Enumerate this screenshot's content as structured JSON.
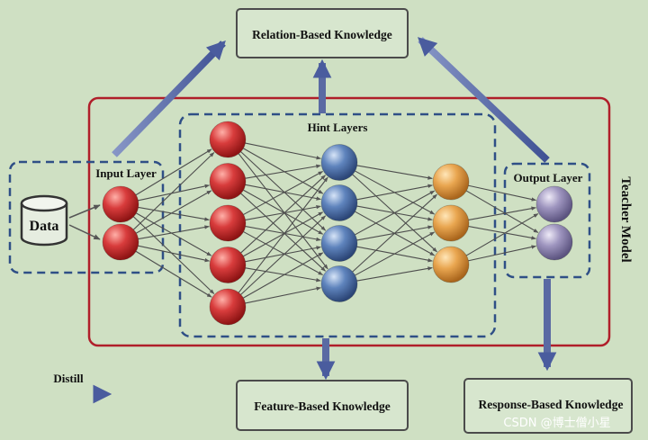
{
  "labels": {
    "relation": "Relation-Based Knowledge",
    "hint": "Hint Layers",
    "input": "Input Layer",
    "output": "Output Layer",
    "data": "Data",
    "teacher": "Teacher Model",
    "feature": "Feature-Based Knowledge",
    "response": "Response-Based Knowledge",
    "distill": "Distill",
    "watermark": "CSDN @博士僧小星"
  },
  "network": {
    "layers": [
      {
        "name": "input",
        "count": 2,
        "color": "#d63a3a"
      },
      {
        "name": "hidden-1",
        "count": 5,
        "color": "#d63a3a"
      },
      {
        "name": "hidden-2",
        "count": 4,
        "color": "#5b7fb8"
      },
      {
        "name": "hidden-3",
        "count": 3,
        "color": "#e6a24e"
      },
      {
        "name": "output",
        "count": 2,
        "color": "#9a8fb8"
      }
    ]
  },
  "colors": {
    "background": "#cfe0c3",
    "teacher_border": "#b01e2a",
    "dashed_border": "#2f4f86",
    "arrow": "#5a6aa3",
    "box_border": "#4b4b4b"
  }
}
